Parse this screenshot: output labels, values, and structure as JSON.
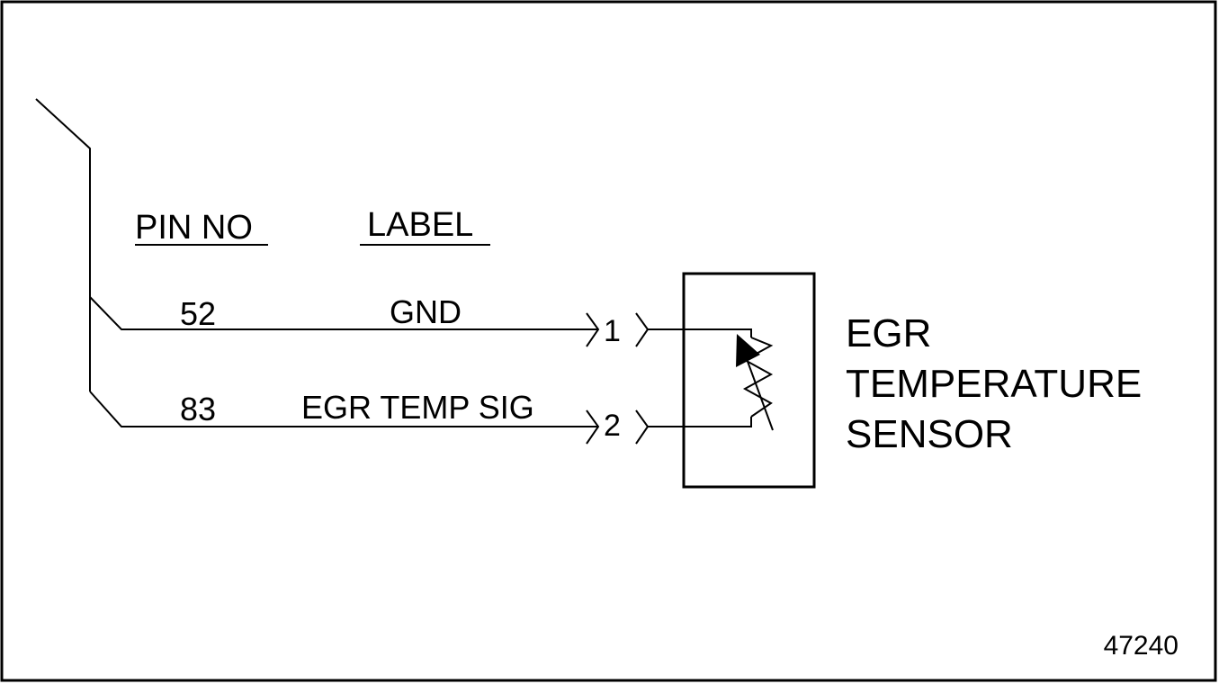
{
  "headers": {
    "pin_no": "PIN NO",
    "label": "LABEL"
  },
  "wires": [
    {
      "pin_no": "52",
      "label": "GND",
      "connector_pin": "1"
    },
    {
      "pin_no": "83",
      "label": "EGR TEMP SIG",
      "connector_pin": "2"
    }
  ],
  "component": {
    "name_lines": [
      "EGR",
      "TEMPERATURE",
      "SENSOR"
    ],
    "symbol": "variable-resistor-icon"
  },
  "figure_number": "47240"
}
